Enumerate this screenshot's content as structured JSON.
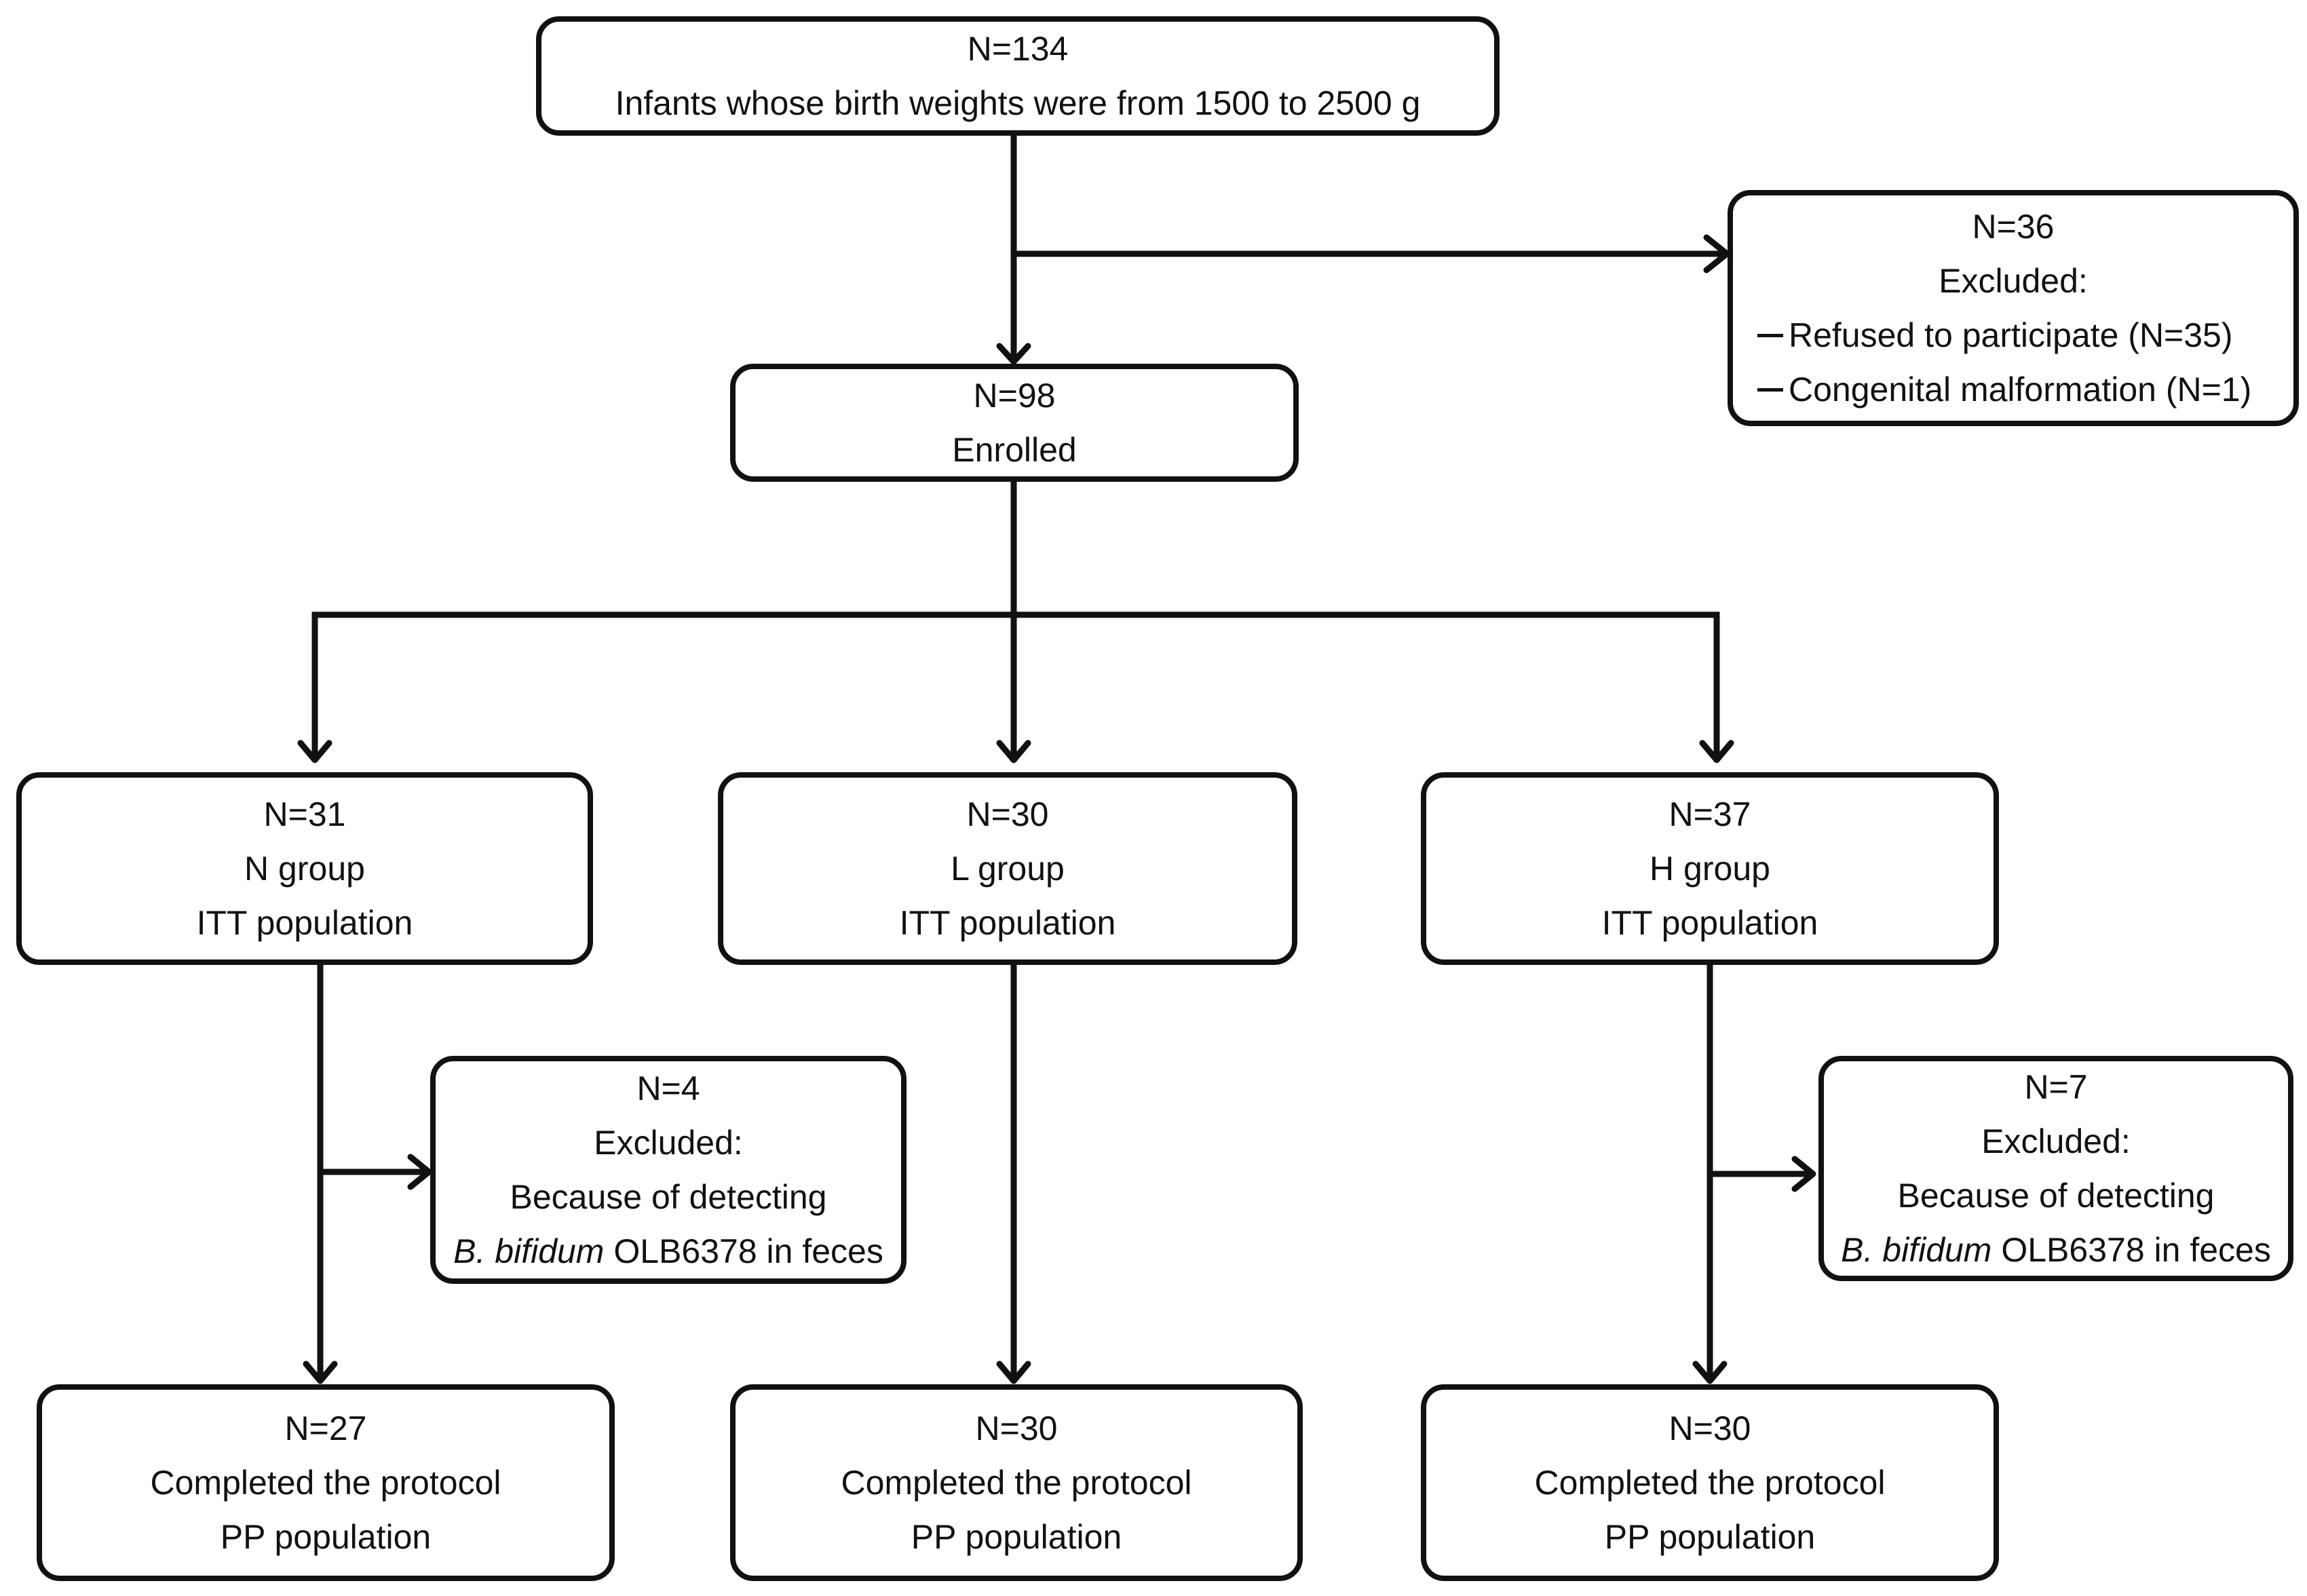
{
  "boxes": {
    "screened": {
      "n": "N=134",
      "desc": "Infants whose birth weights were from 1500 to 2500 g"
    },
    "excluded_initial": {
      "n": "N=36",
      "title": "Excluded:",
      "reasons": [
        "Refused to participate (N=35)",
        "Congenital malformation (N=1)"
      ]
    },
    "enrolled": {
      "n": "N=98",
      "desc": "Enrolled"
    },
    "groups": [
      {
        "n": "N=31",
        "name": "N group",
        "population": "ITT population"
      },
      {
        "n": "N=30",
        "name": "L group",
        "population": "ITT population"
      },
      {
        "n": "N=37",
        "name": "H group",
        "population": "ITT population"
      }
    ],
    "excluded_groups": [
      {
        "n": "N=4",
        "title": "Excluded:",
        "reason": "Because of detecting",
        "species": "B. bifidum",
        "strain": " OLB6378 in feces"
      },
      {
        "n": "N=7",
        "title": "Excluded:",
        "reason": "Because of detecting",
        "species": "B. bifidum",
        "strain": " OLB6378 in feces"
      }
    ],
    "completed": [
      {
        "n": "N=27",
        "status": "Completed the protocol",
        "population": "PP population"
      },
      {
        "n": "N=30",
        "status": "Completed the protocol",
        "population": "PP population"
      },
      {
        "n": "N=30",
        "status": "Completed the protocol",
        "population": "PP population"
      }
    ]
  }
}
